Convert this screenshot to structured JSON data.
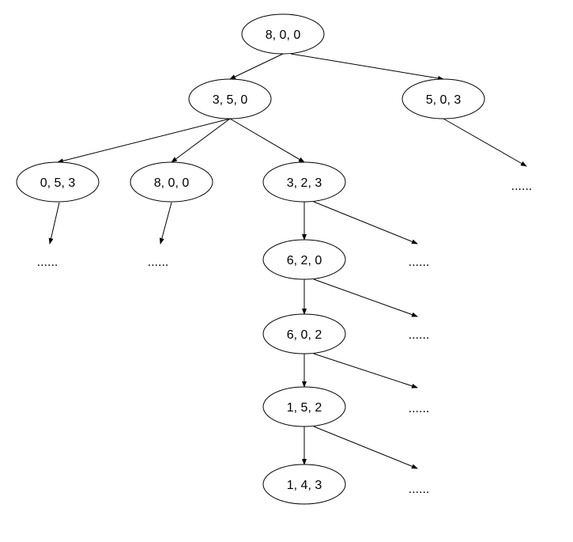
{
  "diagram": {
    "nodes": [
      {
        "id": "n1",
        "label": "8, 0, 0"
      },
      {
        "id": "n2",
        "label": "3, 5, 0"
      },
      {
        "id": "n3",
        "label": "5, 0, 3"
      },
      {
        "id": "n4",
        "label": "0, 5, 3"
      },
      {
        "id": "n5",
        "label": "8, 0, 0"
      },
      {
        "id": "n6",
        "label": "3, 2, 3"
      },
      {
        "id": "n7",
        "label": "6, 2, 0"
      },
      {
        "id": "n8",
        "label": "6, 0, 2"
      },
      {
        "id": "n9",
        "label": "1, 5, 2"
      },
      {
        "id": "n10",
        "label": "1, 4, 3"
      }
    ],
    "ellipsis_label": "......",
    "edges": [
      [
        "n1",
        "n2"
      ],
      [
        "n1",
        "n3"
      ],
      [
        "n2",
        "n4"
      ],
      [
        "n2",
        "n5"
      ],
      [
        "n2",
        "n6"
      ],
      [
        "n6",
        "n7"
      ],
      [
        "n7",
        "n8"
      ],
      [
        "n8",
        "n9"
      ],
      [
        "n9",
        "n10"
      ]
    ]
  }
}
